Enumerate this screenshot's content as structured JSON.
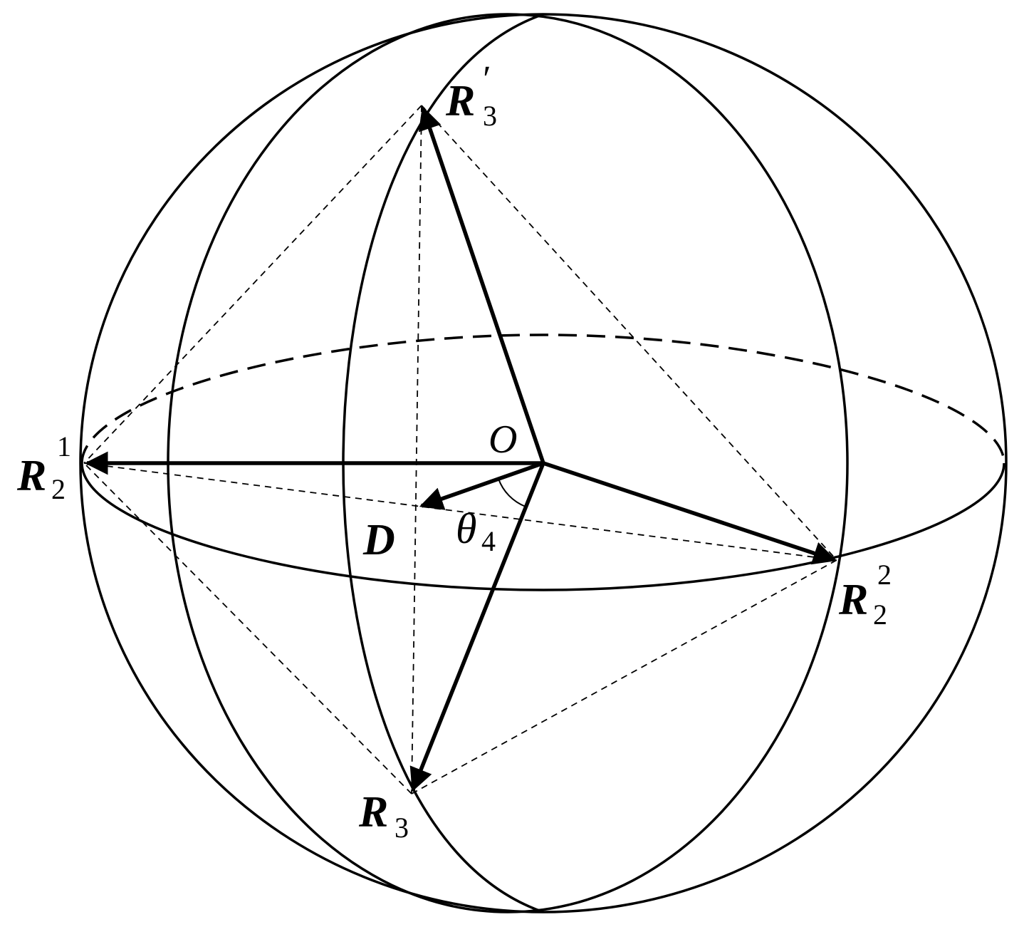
{
  "labels": {
    "origin": "O",
    "r2_1": {
      "main": "R",
      "sub": "2",
      "sup": "1"
    },
    "r2_2": {
      "main": "R",
      "sub": "2",
      "sup": "2"
    },
    "r3_prime": {
      "main": "R",
      "sub": "3",
      "sup": "′"
    },
    "r3": {
      "main": "R",
      "sub": "3"
    },
    "d": "D",
    "theta": {
      "main": "θ",
      "sub": "4"
    }
  },
  "colors": {
    "ink": "#000000",
    "background": "#ffffff"
  }
}
